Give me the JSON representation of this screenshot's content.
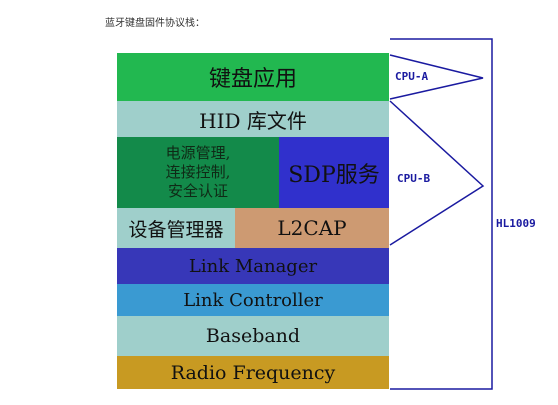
{
  "caption": "蓝牙键盘固件协议栈：",
  "colors": {
    "app": "#22b850",
    "hid": "#9fcfcb",
    "security": "#138a4a",
    "sdp": "#3030cc",
    "device_manager": "#9fcfcb",
    "l2cap": "#cd9a72",
    "link_manager": "#3737b8",
    "link_controller": "#3a9ad2",
    "baseband": "#9fcfcb",
    "radio": "#c89a22",
    "bracket": "#1a1aa0"
  },
  "layers": {
    "app": "键盘应用",
    "hid": "HID 库文件",
    "security": "电源管理,\n连接控制,\n安全认证",
    "sdp": "SDP服务",
    "device_manager": "设备管理器",
    "l2cap": "L2CAP",
    "link_manager": "Link Manager",
    "link_controller": "Link Controller",
    "baseband": "Baseband",
    "radio": "Radio Frequency"
  },
  "brackets": {
    "cpu_a": "CPU-A",
    "cpu_b": "CPU-B",
    "hl1009": "HL1009"
  }
}
